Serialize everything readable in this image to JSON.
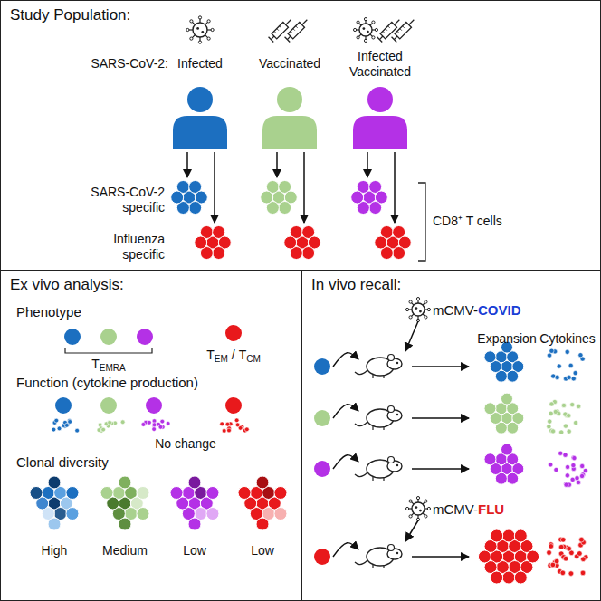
{
  "diagram": {
    "nodes": [
      {
        "text": [
          "Study Population:"
        ]
      },
      {
        "text": [
          "Ex vivo analysis:"
        ]
      },
      {
        "text": [
          "In vivo recall:"
        ]
      }
    ],
    "labels": [
      "SARS-CoV-2:",
      "Infected",
      "Vaccinated",
      "Infected Vaccinated",
      "SARS-CoV-2 specific",
      "Influenza specific",
      "CD8⁺ T cells",
      "Phenotype",
      "T",
      "EMRA",
      "T",
      "EM",
      "/",
      "T",
      "CM",
      "Function (cytokine production)",
      "No change",
      "Clonal diversity",
      "High",
      "Medium",
      "Low",
      "Low",
      "mCMV-",
      "COVID",
      "Expansion",
      "Cytokines",
      "mCMV-",
      "FLU"
    ]
  }
}
